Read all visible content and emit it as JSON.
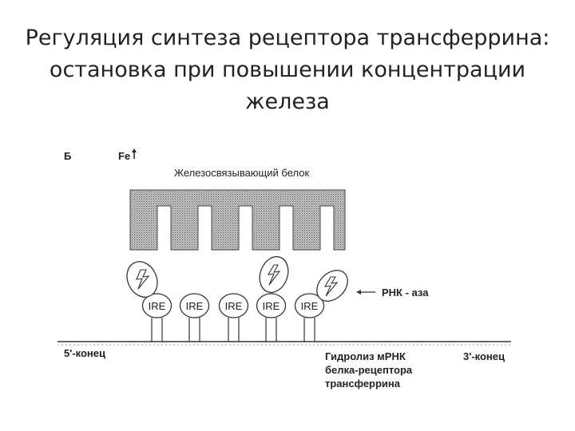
{
  "title": {
    "line1": "Регуляция синтеза рецептора трансферрина:",
    "line2": "остановка при повышении концентрации",
    "line3": "железа"
  },
  "diagram": {
    "panel_label": "Б",
    "fe_label": "Fe",
    "protein_label": "Железосвязывающий белок",
    "ire_label": "IRE",
    "rnase_label": "РНК - аза",
    "five_prime_label": "5'-конец",
    "three_prime_label": "3'-конец",
    "hydrolysis_line1": "Гидролиз мРНК",
    "hydrolysis_line2": "белка-рецептора",
    "hydrolysis_line3": "трансферрина"
  }
}
